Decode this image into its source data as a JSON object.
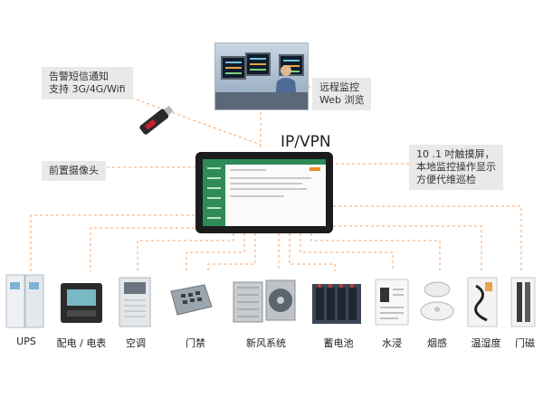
{
  "callouts": {
    "alarm": [
      "告警短信通知",
      "支持 3G/4G/Wifi"
    ],
    "remote": [
      "远程监控",
      "Web 浏览"
    ],
    "camera": "前置摄像头",
    "touchscreen": [
      "10 .1 吋触摸屏，",
      "本地监控操作显示",
      "方便代维巡检"
    ]
  },
  "network_label": "IP/VPN",
  "devices": [
    {
      "label": "UPS",
      "icon": "ups-cabinet-icon"
    },
    {
      "label": "配电 / 电表",
      "icon": "power-meter-icon"
    },
    {
      "label": "空调",
      "icon": "air-conditioner-icon"
    },
    {
      "label": "门禁",
      "icon": "access-keypad-icon"
    },
    {
      "label": "新风系统",
      "icon": "fresh-air-fan-icon"
    },
    {
      "label": "蓄电池",
      "icon": "battery-bank-icon"
    },
    {
      "label": "水浸",
      "icon": "water-leak-sensor-icon"
    },
    {
      "label": "烟感",
      "icon": "smoke-detector-icon"
    },
    {
      "label": "温湿度",
      "icon": "temperature-humidity-sensor-icon"
    },
    {
      "label": "门磁",
      "icon": "door-magnetic-sensor-icon"
    }
  ],
  "colors": {
    "connector": "#f4a46b",
    "callout_bg": "#e9e9e9",
    "hub_accent": "#2e8b57",
    "hub_button": "#f08a24"
  }
}
